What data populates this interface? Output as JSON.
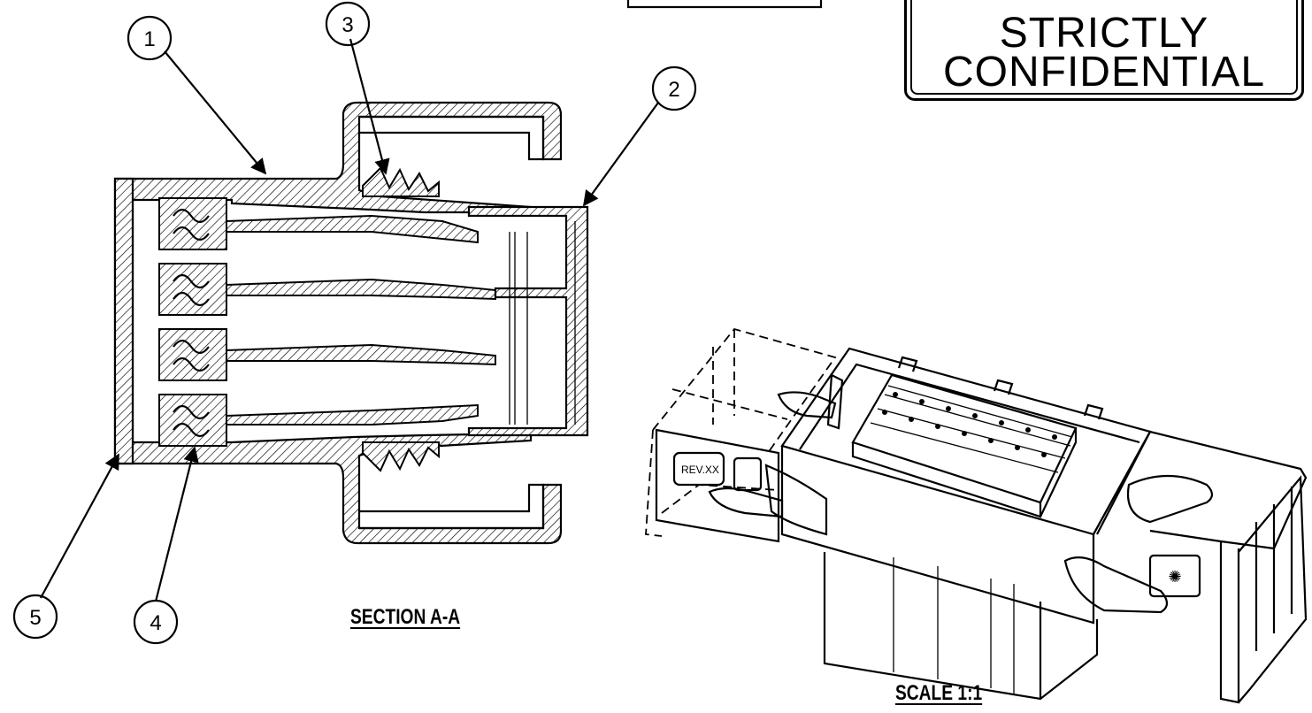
{
  "stamp": {
    "line1": "STRICTLY",
    "line2": "CONFIDENTIAL"
  },
  "section_caption": "SECTION   A-A",
  "scale_caption": "SCALE   1:1",
  "iso_label": "REV.XX",
  "balloons": [
    "1",
    "2",
    "3",
    "4",
    "5"
  ]
}
